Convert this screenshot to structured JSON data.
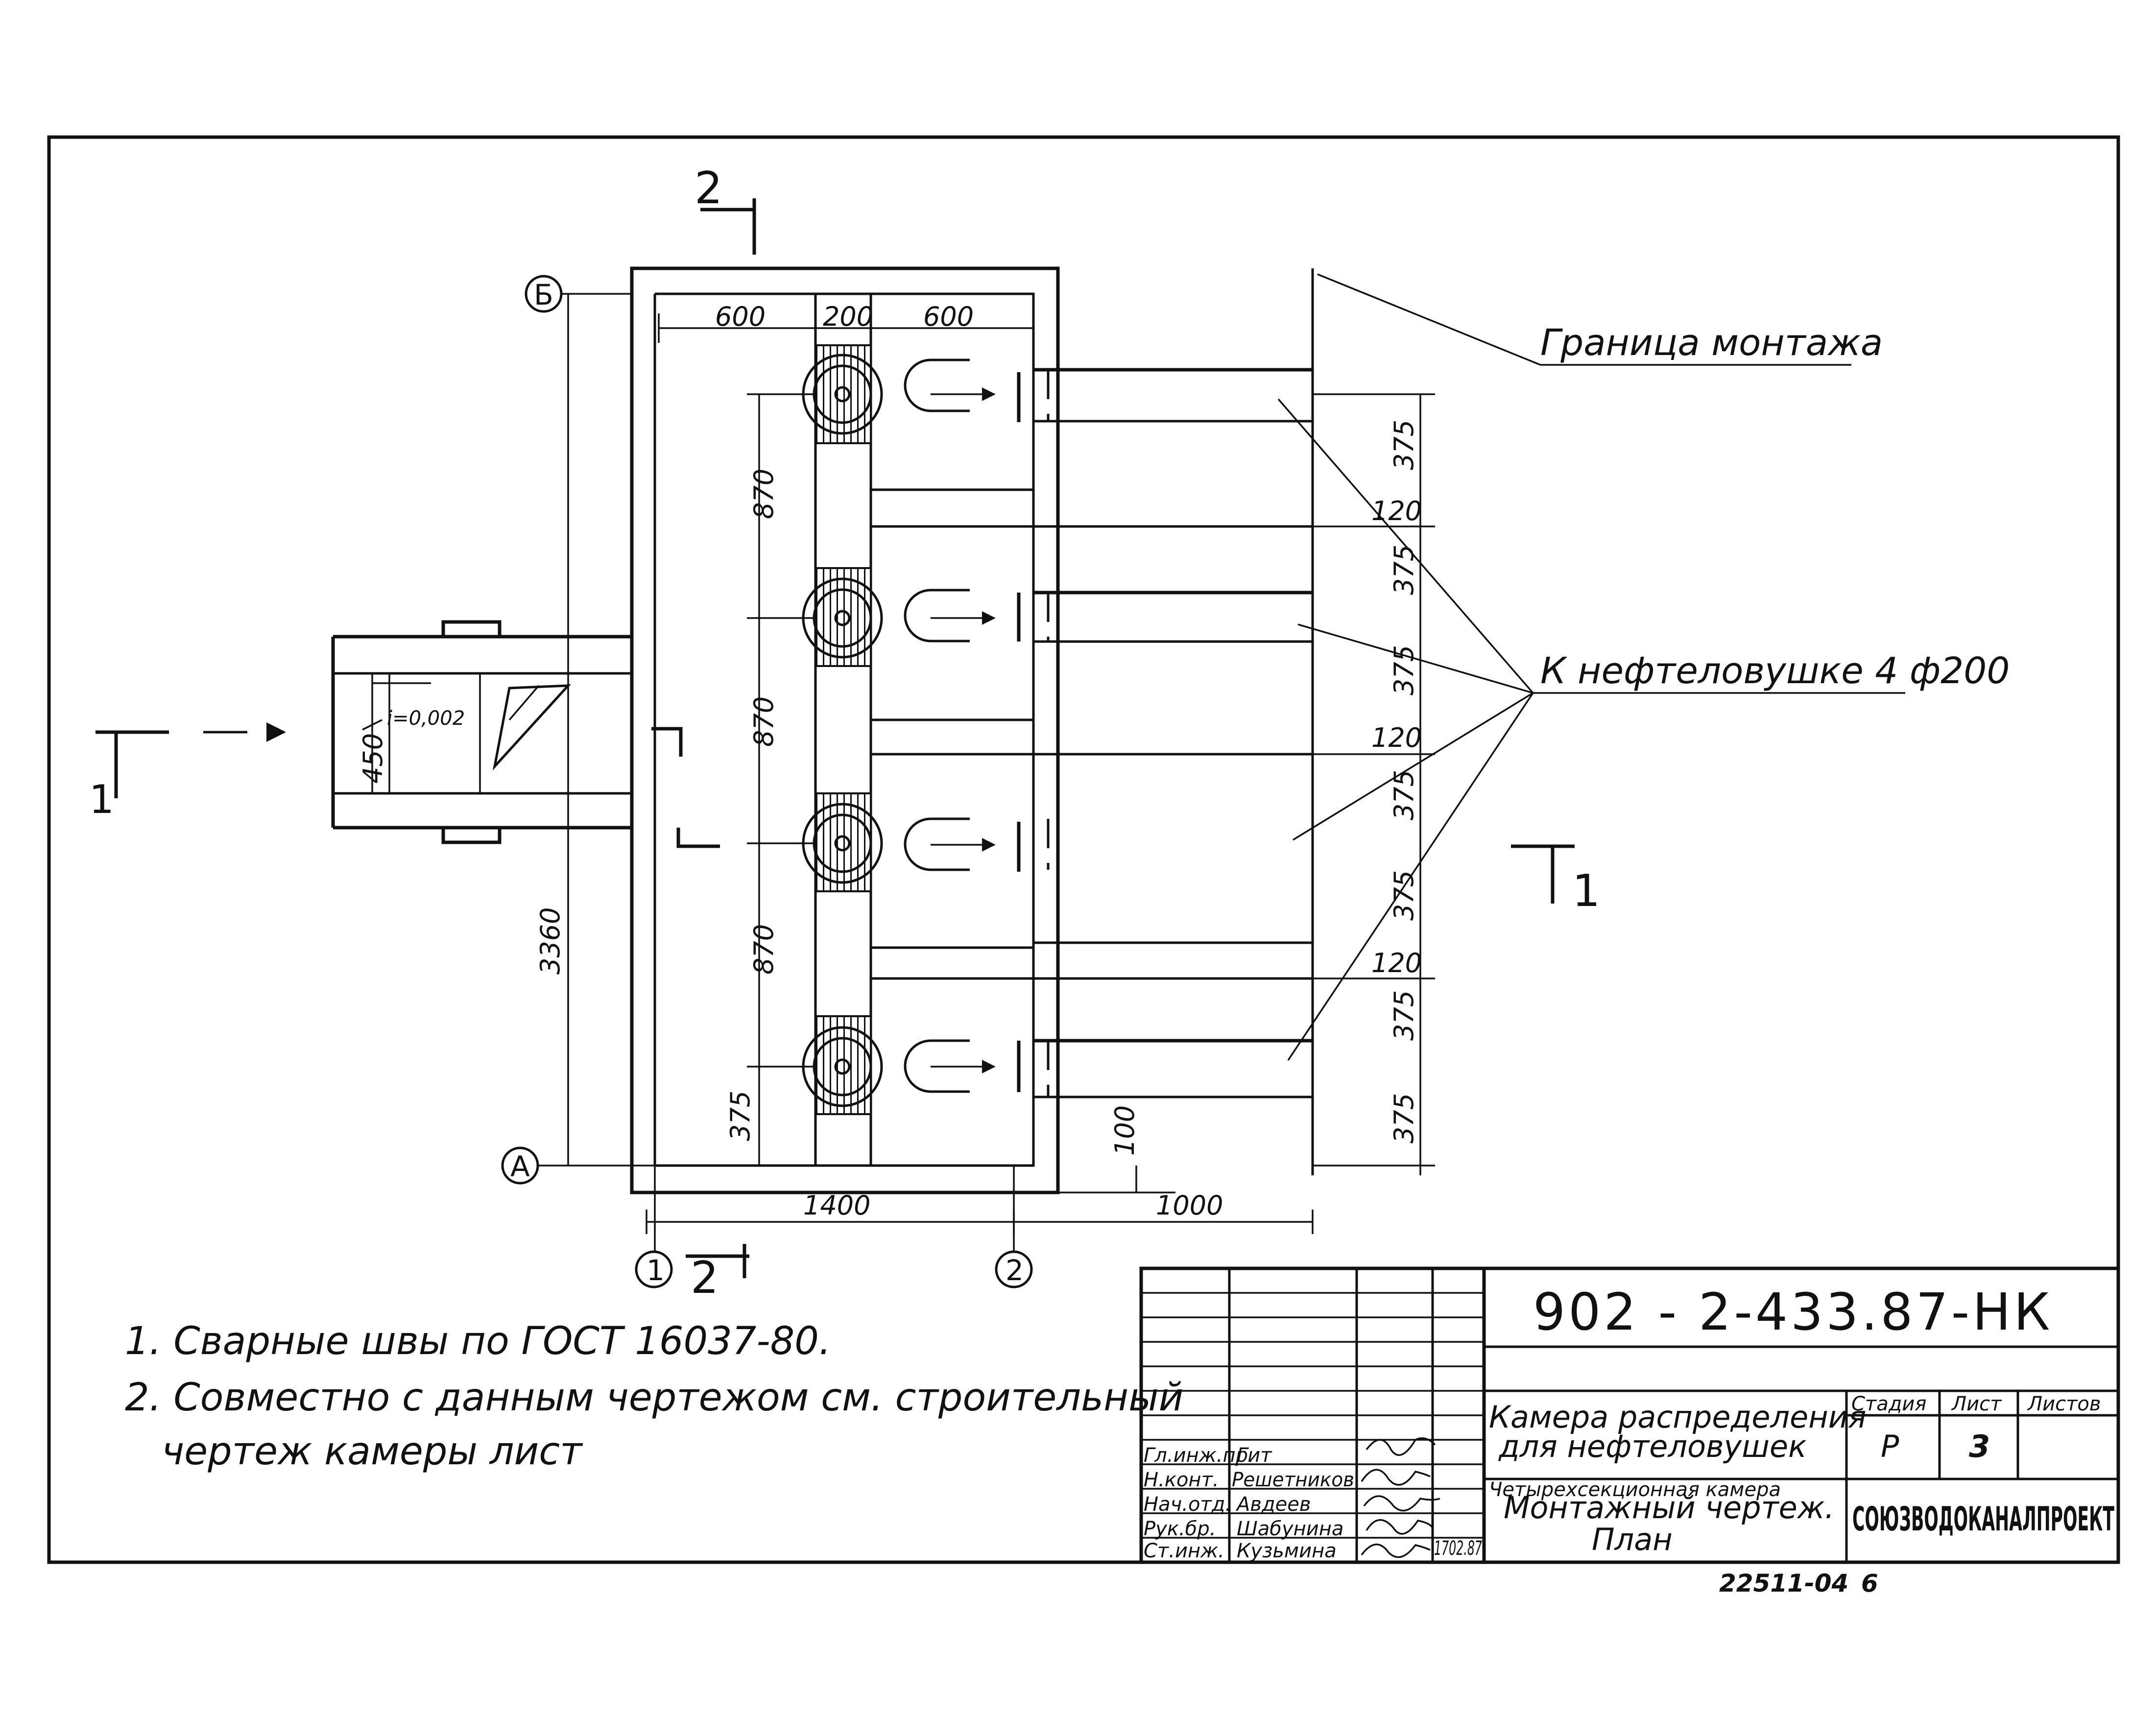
{
  "drawing": {
    "section_marks": {
      "top": "2",
      "bottom": "2",
      "left": "1",
      "right": "1"
    },
    "axes": {
      "b": "Б",
      "a": "А",
      "one": "1",
      "two": "2"
    },
    "slope_label": "i=0,002",
    "callouts": {
      "boundary": "Граница монтажа",
      "to_traps": "К нефтеловушке 4 ф200"
    },
    "dims": {
      "top_600_left": "600",
      "top_200": "200",
      "top_600_right": "600",
      "pitch_1": "870",
      "pitch_2": "870",
      "pitch_3": "870",
      "bottom_375_left": "375",
      "overall_3360": "3360",
      "channel_450": "450",
      "offset_100": "100",
      "width_1400": "1400",
      "width_1000": "1000",
      "right_chain": [
        "375",
        "120",
        "375",
        "375",
        "120",
        "375",
        "375",
        "120",
        "375",
        "375"
      ]
    }
  },
  "notes": [
    "1. Сварные швы по ГОСТ 16037-80.",
    "2. Совместно с данным чертежом см. строительный",
    "чертеж камеры лист"
  ],
  "title_block": {
    "code": "902 - 2-433.87-НК",
    "object_title_1": "Камера распределения",
    "object_title_2": "для нефтеловушек",
    "stage_header": "Стадия",
    "sheet_header": "Лист",
    "sheets_header": "Листов",
    "stage": "Р",
    "sheet": "3",
    "subtitle_1": "Четырехсекционная камера",
    "subtitle_2": "Монтажный чертеж.",
    "subtitle_3": "План",
    "organization": "СОЮЗВОДОКАНАЛПРОЕКТ",
    "date": "1702.87",
    "signatures": [
      {
        "role": "Гл.инж.пр.",
        "name": "Гит"
      },
      {
        "role": "Н.конт.",
        "name": "Решетников"
      },
      {
        "role": "Нач.отд.",
        "name": "Авдеев"
      },
      {
        "role": "Рук.бр.",
        "name": "Шабунина"
      },
      {
        "role": "Ст.инж.",
        "name": "Кузьмина"
      }
    ]
  },
  "footer": {
    "archive": "22511-04",
    "page": "6"
  }
}
